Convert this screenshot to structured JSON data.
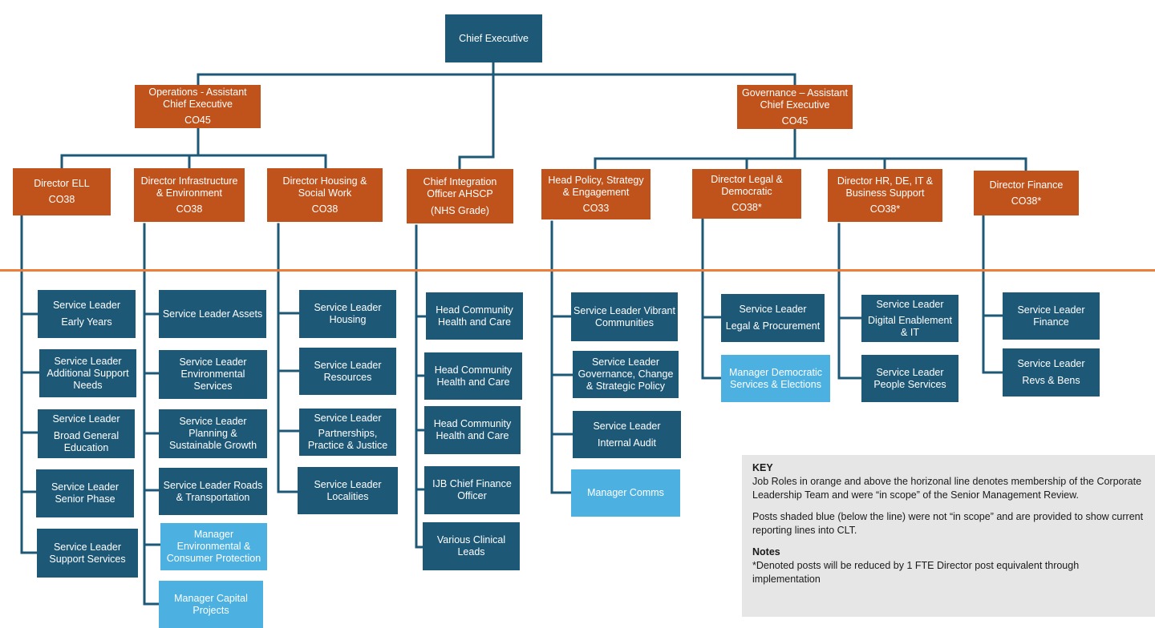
{
  "chief_executive": {
    "title": "Chief Executive"
  },
  "assistant_chiefs": [
    {
      "title_lines": [
        "Operations - Assistant",
        "Chief Executive"
      ],
      "grade": "CO45"
    },
    {
      "title_lines": [
        "Governance – Assistant",
        "Chief Executive"
      ],
      "grade": "CO45"
    }
  ],
  "directors": [
    {
      "title_lines": [
        "Director ELL"
      ],
      "grade": "CO38"
    },
    {
      "title_lines": [
        "Director Infrastructure",
        "& Environment"
      ],
      "grade": "CO38"
    },
    {
      "title_lines": [
        "Director  Housing &",
        "Social Work"
      ],
      "grade": "CO38"
    },
    {
      "title_lines": [
        "Chief Integration",
        "Officer AHSCP"
      ],
      "grade": "(NHS Grade)"
    },
    {
      "title_lines": [
        "Head Policy, Strategy",
        "& Engagement"
      ],
      "grade": "CO33"
    },
    {
      "title_lines": [
        "Director Legal &",
        "Democratic"
      ],
      "grade": "CO38*"
    },
    {
      "title_lines": [
        "Director  HR, DE, IT &",
        "Business Support"
      ],
      "grade": "CO38*"
    },
    {
      "title_lines": [
        "Director Finance"
      ],
      "grade": "CO38*"
    }
  ],
  "posts": {
    "ell": [
      {
        "lines": [
          "Service Leader",
          "Early Years"
        ]
      },
      {
        "lines": [
          "Service Leader",
          "Additional Support",
          "Needs"
        ]
      },
      {
        "lines": [
          "Service Leader",
          "Broad General",
          "Education"
        ]
      },
      {
        "lines": [
          "Service Leader",
          "Senior Phase"
        ]
      },
      {
        "lines": [
          "Service Leader",
          "Support Services"
        ]
      }
    ],
    "infrastructure": [
      {
        "lines": [
          "Service Leader Assets"
        ]
      },
      {
        "lines": [
          "Service Leader",
          "Environmental",
          "Services"
        ]
      },
      {
        "lines": [
          "Service Leader",
          "Planning &",
          "Sustainable Growth"
        ]
      },
      {
        "lines": [
          "Service Leader Roads",
          "& Transportation"
        ]
      },
      {
        "lines": [
          "Manager",
          "Environmental &",
          "Consumer Protection"
        ]
      },
      {
        "lines": [
          "Manager Capital",
          "Projects"
        ]
      }
    ],
    "housing": [
      {
        "lines": [
          "Service Leader",
          "Housing"
        ]
      },
      {
        "lines": [
          "Service Leader",
          "Resources"
        ]
      },
      {
        "lines": [
          "Service Leader",
          "Partnerships,",
          "Practice & Justice"
        ]
      },
      {
        "lines": [
          "Service Leader",
          "Localities"
        ]
      }
    ],
    "integration": [
      {
        "lines": [
          "Head Community",
          "Health and Care"
        ]
      },
      {
        "lines": [
          "Head Community",
          "Health and Care"
        ]
      },
      {
        "lines": [
          "Head Community",
          "Health and Care"
        ]
      },
      {
        "lines": [
          "IJB Chief Finance",
          "Officer"
        ]
      },
      {
        "lines": [
          "Various Clinical",
          "Leads"
        ]
      }
    ],
    "policy": [
      {
        "lines": [
          "Service Leader Vibrant",
          "Communities"
        ]
      },
      {
        "lines": [
          "Service Leader",
          "Governance, Change",
          "& Strategic Policy"
        ]
      },
      {
        "lines": [
          "Service Leader",
          "Internal Audit"
        ]
      },
      {
        "lines": [
          "Manager Comms"
        ]
      }
    ],
    "legal": [
      {
        "lines": [
          "Service Leader",
          "Legal & Procurement"
        ]
      },
      {
        "lines": [
          "Manager Democratic",
          "Services & Elections"
        ]
      }
    ],
    "hr": [
      {
        "lines": [
          "Service Leader",
          "Digital Enablement",
          "& IT"
        ]
      },
      {
        "lines": [
          "Service Leader",
          "People Services"
        ]
      }
    ],
    "finance": [
      {
        "lines": [
          "Service Leader",
          "Finance"
        ]
      },
      {
        "lines": [
          "Service Leader",
          "Revs & Bens"
        ]
      }
    ]
  },
  "key": {
    "heading": "KEY",
    "text1": "Job Roles in orange and above the horizonal line denotes membership of the Corporate Leadership Team and were “in scope” of the Senior Management Review.",
    "text2": "Posts shaded blue (below the line) were not “in scope” and are provided to show current reporting lines into CLT.",
    "notes_heading": "Notes",
    "notes_text": "*Denoted posts will be reduced by 1 FTE Director post equivalent  through implementation"
  },
  "colors": {
    "orange_role": "#c0531c",
    "dark_blue_post": "#1d5877",
    "light_blue_post": "#4cb0e0",
    "separator_line": "#ee7d3a",
    "connector": "#1d5877",
    "key_background": "#e6e6e6"
  }
}
